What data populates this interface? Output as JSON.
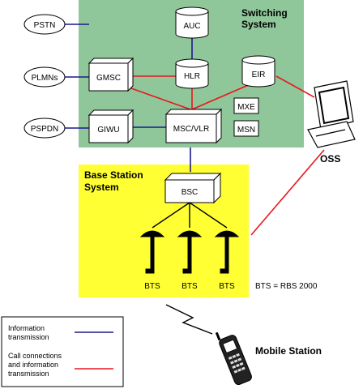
{
  "switching_system": {
    "title_line1": "Switching",
    "title_line2": "System",
    "color": "#8fc79a"
  },
  "base_station_system": {
    "title_line1": "Base Station",
    "title_line2": "System",
    "color": "#ffff33"
  },
  "external_networks": [
    "PSTN",
    "PLMNs",
    "PSPDN"
  ],
  "switching_nodes": {
    "auc": "AUC",
    "hlr": "HLR",
    "eir": "EIR",
    "gmsc": "GMSC",
    "giwu": "GIWU",
    "msc_vlr": "MSC/VLR",
    "mxe": "MXE",
    "msn": "MSN"
  },
  "bsc": "BSC",
  "bts_labels": [
    "BTS",
    "BTS",
    "BTS"
  ],
  "bts_note": "BTS = RBS 2000",
  "oss": "OSS",
  "mobile_station": "Mobile Station",
  "legend": {
    "info_line1": "Information",
    "info_line2": "transmission",
    "call_line1": "Call connections",
    "call_line2": "and information",
    "call_line3": "transmission"
  },
  "colors": {
    "information_transmission": "#1a1a8c",
    "call_connections": "#e8171f"
  }
}
